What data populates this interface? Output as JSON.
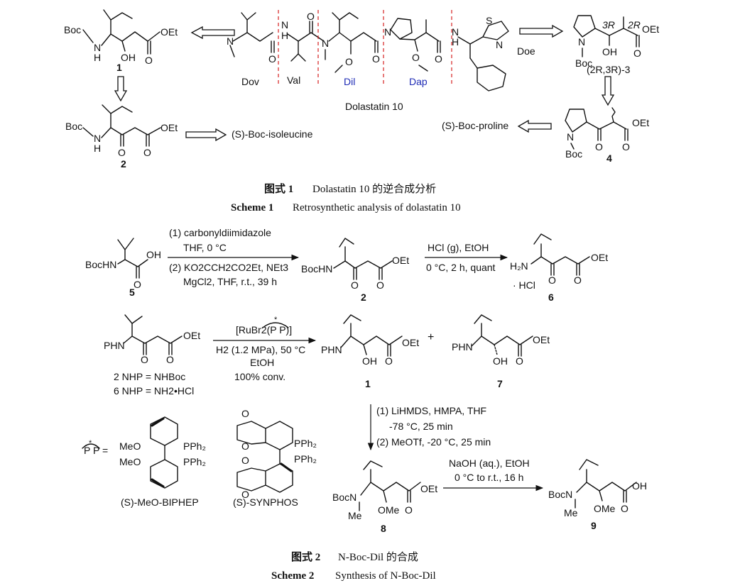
{
  "scheme1": {
    "caption_cn": "图式 1",
    "caption_cn_text": "Dolastatin 10 的逆合成分析",
    "caption_en": "Scheme 1",
    "caption_en_text": "Retrosynthetic analysis of dolastatin 10",
    "target_name": "Dolastatin 10",
    "fragments": {
      "dov": "Dov",
      "val": "Val",
      "dil": "Dil",
      "dap": "Dap",
      "doe": "Doe"
    },
    "fragment_colors": {
      "dil": "#1e2bb5",
      "dap": "#1e2bb5",
      "divider": "#d62020"
    },
    "cpd1_label": "1",
    "cpd2_label": "2",
    "cpd3_label": "(2R,3R)-3",
    "cpd4_label": "4",
    "boc_isoleucine": "(S)-Boc-isoleucine",
    "boc_proline": "(S)-Boc-proline"
  },
  "scheme2": {
    "caption_cn": "图式 2",
    "caption_cn_text": "N-Boc-Dil 的合成",
    "caption_en": "Scheme 2",
    "caption_en_text": "Synthesis of N-Boc-Dil",
    "step1": {
      "line1": "(1) carbonyldiimidazole",
      "line2": "THF, 0 °C",
      "line3": "(2) KO2CCH2CO2Et, NEt3",
      "line4": "MgCl2, THF, r.t., 39 h"
    },
    "step2": {
      "line1": "HCl (g), EtOH",
      "line2": "0 °C, 2 h, quant"
    },
    "step3": {
      "line1": "[RuBr2(P P)]",
      "line2": "H2 (1.2 MPa), 50 °C",
      "line3": "EtOH",
      "line4": "100% conv."
    },
    "step4": {
      "line1": "(1) LiHMDS, HMPA, THF",
      "line2": "-78 °C, 25 min",
      "line3": "(2) MeOTf, -20 °C, 25 min"
    },
    "step5": {
      "line1": "NaOH (aq.), EtOH",
      "line2": "0 °C to r.t., 16 h"
    },
    "cpd5": "5",
    "cpd2": "2",
    "cpd6": "6",
    "cpd1": "1",
    "cpd7": "7",
    "cpd8": "8",
    "cpd9": "9",
    "plus": "+",
    "hcl_salt": "· HCl",
    "legend_line1": "2 NHP = NHBoc",
    "legend_line2": "6 NHP = NH2•HCl",
    "ligand_label": "P P =",
    "ligand1": "(S)-MeO-BIPHEP",
    "ligand2": "(S)-SYNPHOS"
  }
}
